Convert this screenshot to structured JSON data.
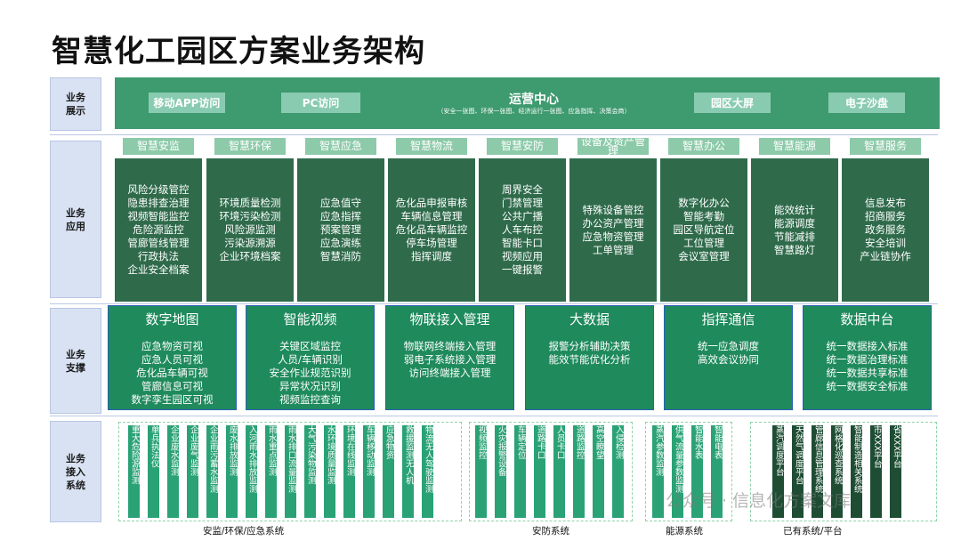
{
  "title": "智慧化工园区方案业务架构",
  "layers": [
    {
      "label_lines": [
        "业务",
        "展示"
      ]
    },
    {
      "label_lines": [
        "业务",
        "应用"
      ]
    },
    {
      "label_lines": [
        "业务",
        "支撑"
      ]
    },
    {
      "label_lines": [
        "业务",
        "接入",
        "系统"
      ]
    }
  ],
  "display": {
    "buttons": [
      "移动APP访问",
      "PC访问",
      "园区大屏",
      "电子沙盘"
    ],
    "center_title": "运营中心",
    "center_sub": "（安全一张图、环保一张图、经济运行一张图、应急指挥、决策会商）"
  },
  "apps": [
    {
      "tag": "智慧安监",
      "items": [
        "风险分级管控",
        "隐患排查治理",
        "视频智能监控",
        "危险源监控",
        "管廊管线管理",
        "行政执法",
        "企业安全档案"
      ]
    },
    {
      "tag": "智慧环保",
      "items": [
        "环境质量检测",
        "环境污染检测",
        "风险源监测",
        "污染源溯源",
        "企业环境档案"
      ]
    },
    {
      "tag": "智慧应急",
      "items": [
        "应急值守",
        "应急指挥",
        "预案管理",
        "应急演练",
        "智慧消防"
      ]
    },
    {
      "tag": "智慧物流",
      "items": [
        "危化品申报审核",
        "车辆信息管理",
        "危化品车辆监控",
        "停车场管理",
        "指挥调度"
      ]
    },
    {
      "tag": "智慧安防",
      "items": [
        "周界安全",
        "门禁管理",
        "公共广播",
        "人车布控",
        "智能卡口",
        "视频应用",
        "一键报警"
      ]
    },
    {
      "tag": "设备及资产管理",
      "items": [
        "特殊设备管控",
        "办公资产管理",
        "应急物资管理",
        "工单管理"
      ]
    },
    {
      "tag": "智慧办公",
      "items": [
        "数字化办公",
        "智能考勤",
        "园区导航定位",
        "工位管理",
        "会议室管理"
      ]
    },
    {
      "tag": "智慧能源",
      "items": [
        "能效统计",
        "能源调度",
        "节能减排",
        "智慧路灯"
      ]
    },
    {
      "tag": "智慧服务",
      "items": [
        "信息发布",
        "招商服务",
        "政务服务",
        "安全培训",
        "产业链协作"
      ]
    }
  ],
  "support": [
    {
      "title": "数字地图",
      "items": [
        "应急物资可视",
        "应急人员可视",
        "危化品车辆可视",
        "管廊信息可视",
        "数字孪生园区可视"
      ]
    },
    {
      "title": "智能视频",
      "items": [
        "关键区域监控",
        "人员/车辆识别",
        "安全作业规范识别",
        "异常状况识别",
        "视频监控查询"
      ]
    },
    {
      "title": "物联接入管理",
      "items": [
        "物联网终端接入管理",
        "弱电子系统接入管理",
        "访问终端接入管理"
      ]
    },
    {
      "title": "大数据",
      "items": [
        "报警分析辅助决策",
        "能效节能优化分析"
      ]
    },
    {
      "title": "指挥通信",
      "items": [
        "统一应急调度",
        "高效会议协同"
      ]
    },
    {
      "title": "数据中台",
      "items": [
        "统一数据接入标准",
        "统一数据治理标准",
        "统一数据共享标准",
        "统一数据安全标准"
      ]
    }
  ],
  "access_groups": [
    {
      "label": "安监/环保/应急系统",
      "cols": [
        "重大危险源监测",
        "单兵执法仪",
        "企业废水监测",
        "企业废气监测",
        "企业雨污蓄水监测",
        "废水排放监测",
        "入河雨水排放监测",
        "雨水重点监测",
        "雨水排口流量监测",
        "大气污染物监测",
        "水环境质量监测",
        "环境在线监测",
        "车辆移动监测",
        "应急物资",
        "救援监测无人机",
        "物流无人驾驶监测"
      ]
    },
    {
      "label": "安防系统",
      "cols": [
        "视频监控",
        "火灾报警设备",
        "车辆定位",
        "道路卡口",
        "人员卡口",
        "道路监控",
        "高空瞭望",
        "入侵检测"
      ]
    },
    {
      "label": "能源系统",
      "cols": [
        "蒸汽参数监测",
        "供气流量参数监测",
        "智能水表",
        "智能电表"
      ]
    },
    {
      "label": "已有系统/平台",
      "cols": [
        "蒸汽调度平台",
        "天然气调度平台",
        "管廊信息管理系统",
        "网格化巡查系统",
        "智能制造相关系统",
        "市XXX平台",
        "省XXX平台"
      ]
    }
  ],
  "watermark": "公众号 · 信息化方案文库"
}
